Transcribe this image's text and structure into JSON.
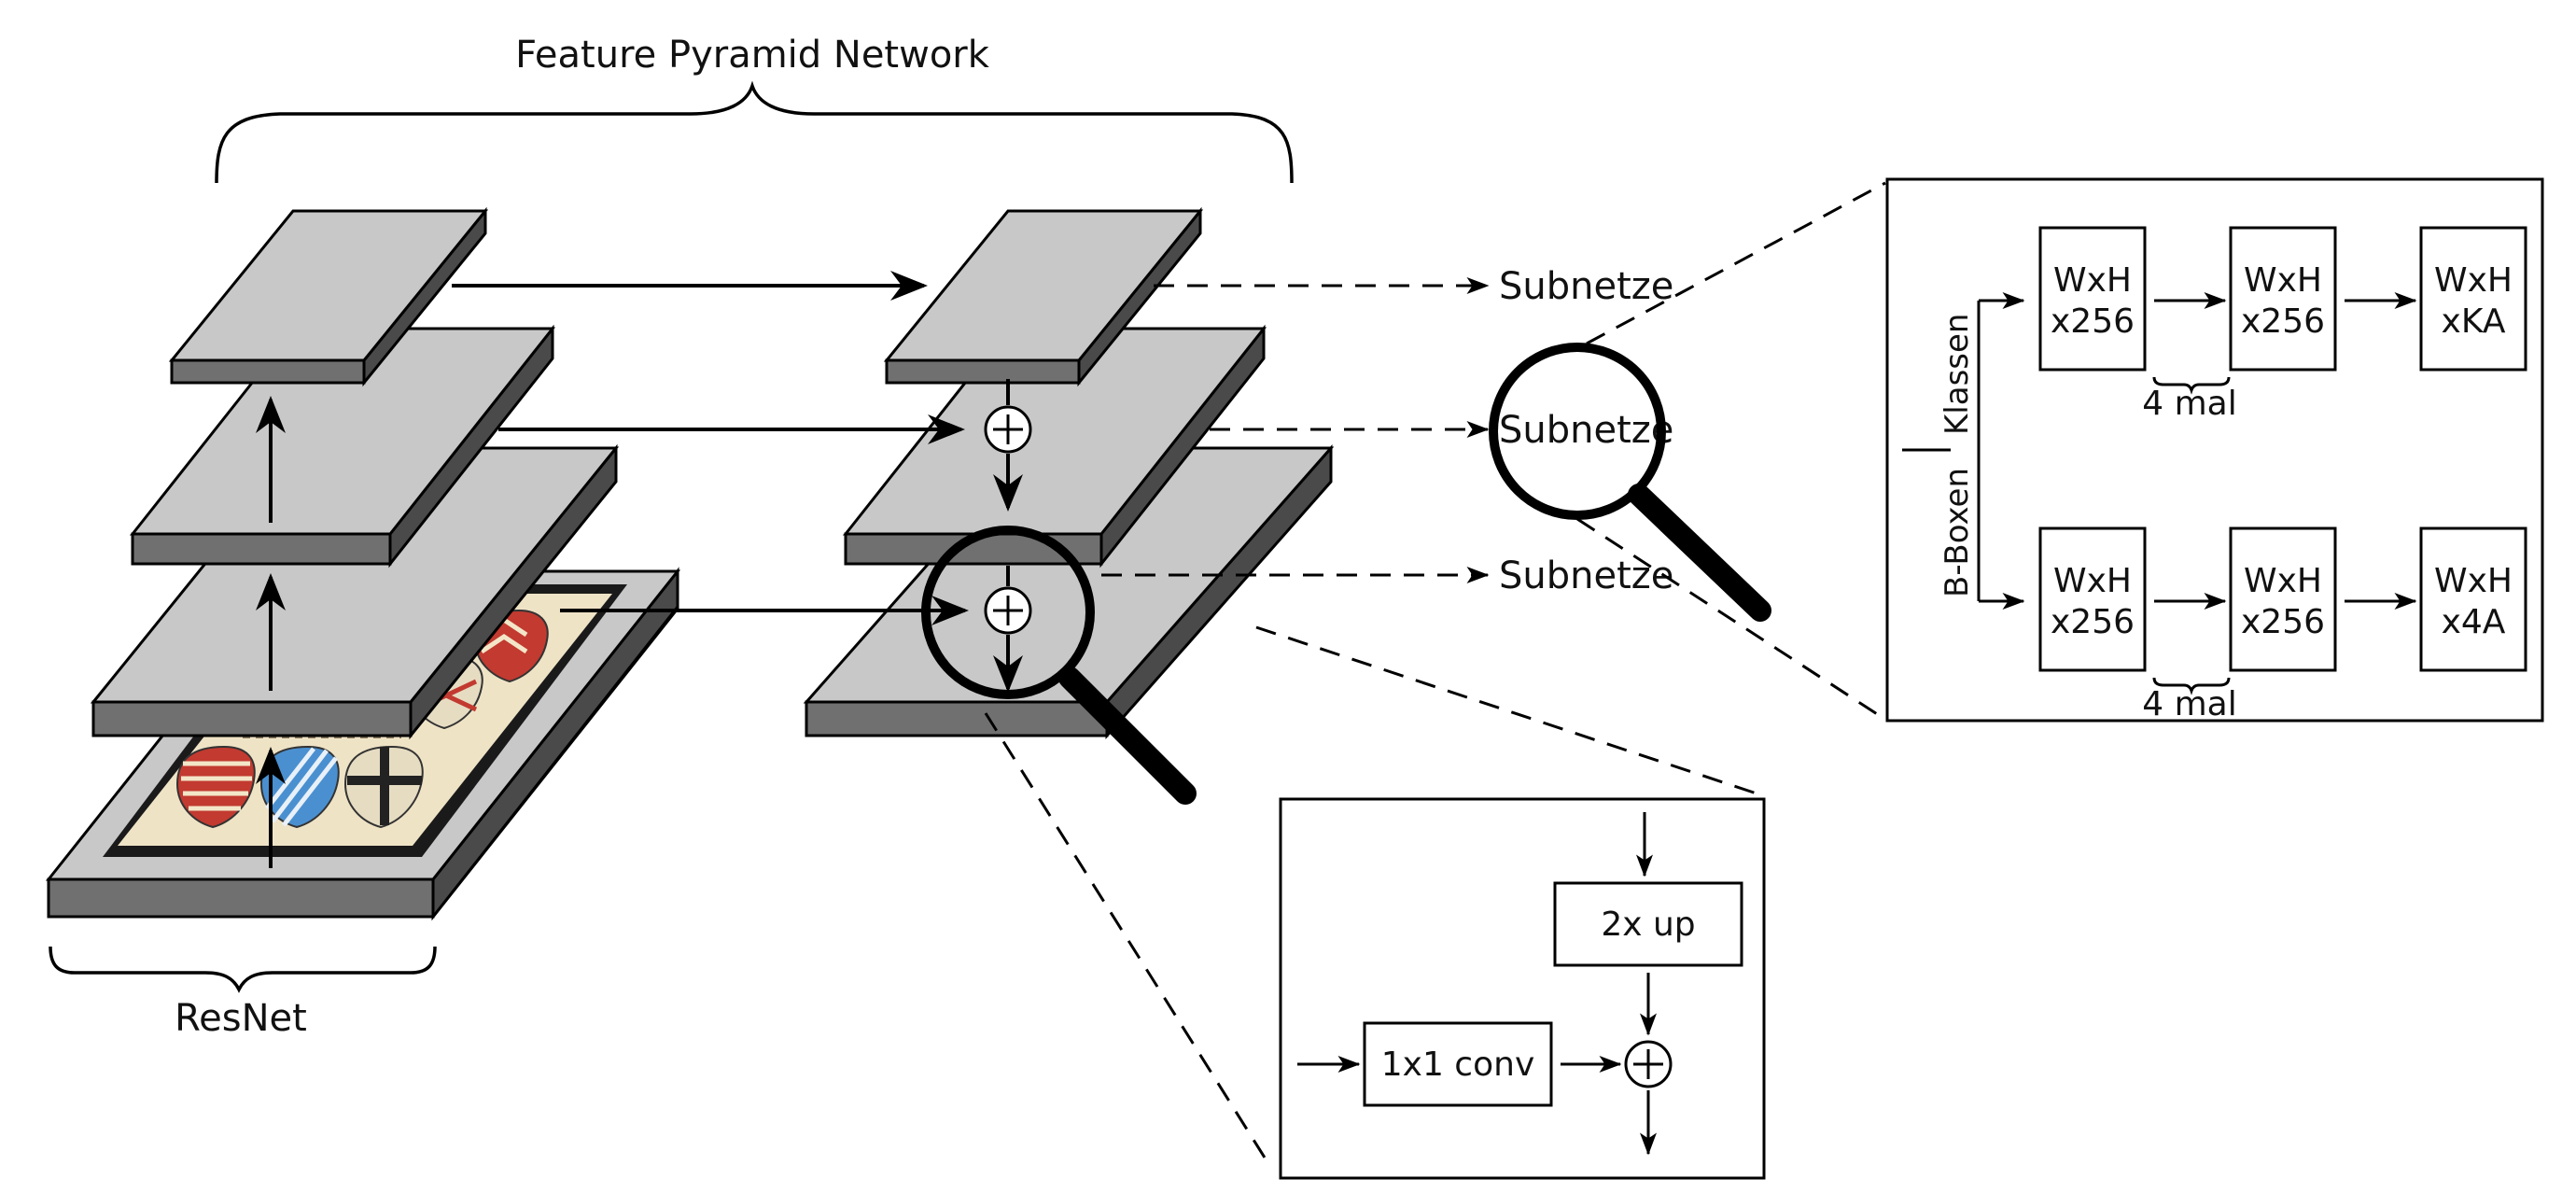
{
  "title": "Feature Pyramid Network",
  "resnet_label": "ResNet",
  "subnet_labels": [
    "Subnetze",
    "Subnetze",
    "Subnetze"
  ],
  "subnet_panel": {
    "branch_class": "Klassen",
    "branch_bbox": "B-Boxen",
    "class_row": [
      {
        "line1": "WxH",
        "line2": "x256"
      },
      {
        "line1": "WxH",
        "line2": "x256"
      },
      {
        "line1": "WxH",
        "line2": "xKA"
      }
    ],
    "bbox_row": [
      {
        "line1": "WxH",
        "line2": "x256"
      },
      {
        "line1": "WxH",
        "line2": "x256"
      },
      {
        "line1": "WxH",
        "line2": "x4A"
      }
    ],
    "repeat_label_top": "4 mal",
    "repeat_label_bottom": "4 mal"
  },
  "merge_panel": {
    "upsample": "2x up",
    "conv": "1x1 conv",
    "op": "+"
  },
  "colors": {
    "layer_top": "#c8c8c8",
    "layer_front": "#707070",
    "layer_side": "#4a4a4a"
  },
  "icons": [
    "magnifier-icon",
    "plus-circle-icon"
  ]
}
